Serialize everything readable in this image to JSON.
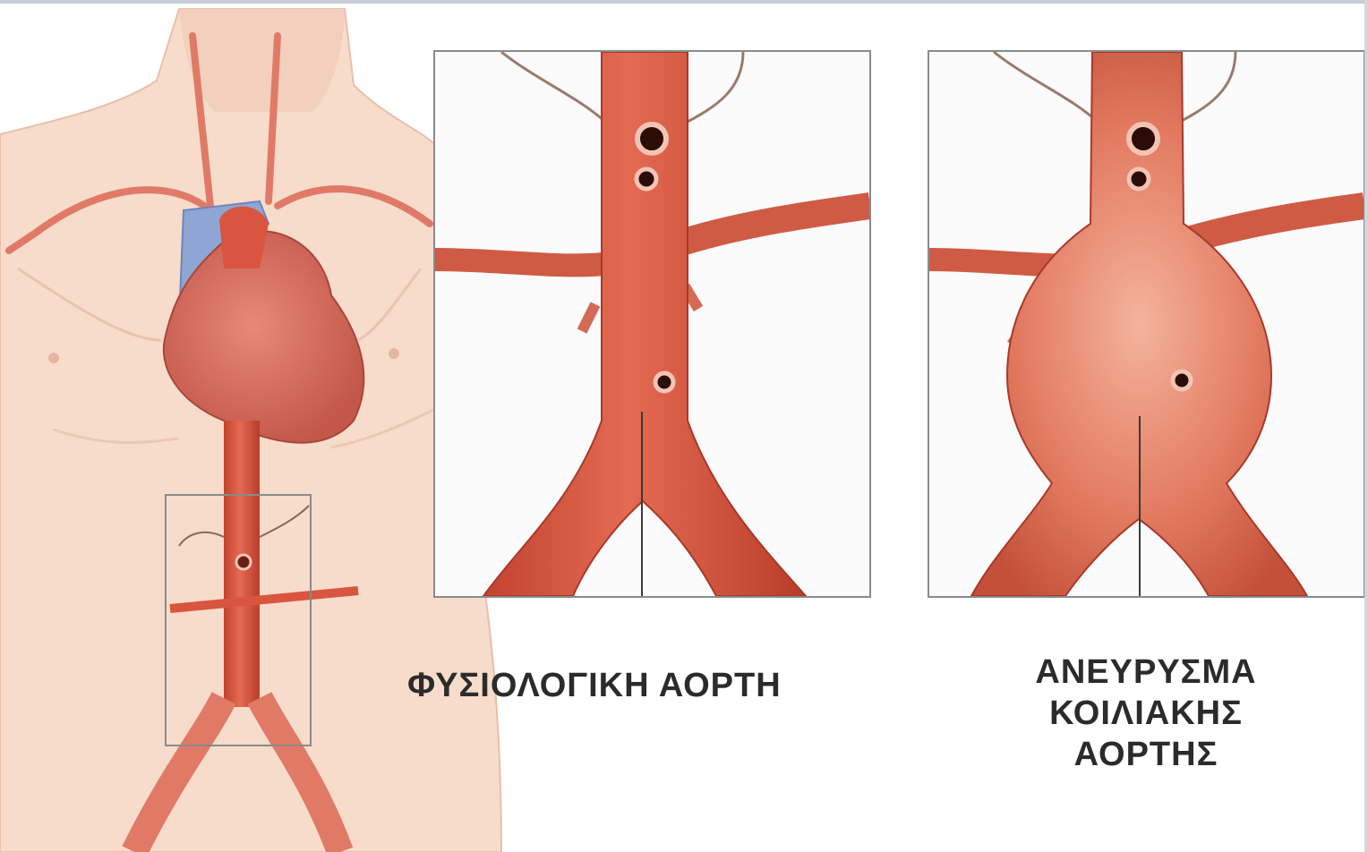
{
  "labels": {
    "normal_aorta": "ΦΥΣΙΟΛΟΓΙΚΗ ΑΟΡΤΗ",
    "aneurysm_line1": "ΑΝΕΥΡΥΣΜΑ",
    "aneurysm_line2": "ΚΟΙΛΙΑΚΗΣ",
    "aneurysm_line3": "ΑΟΡΤΗΣ"
  },
  "colors": {
    "skin": "#f6d6c4",
    "artery": "#d9553f",
    "artery_dark": "#b83c29",
    "vein": "#8fa6d4",
    "heart": "#d8685a",
    "frame": "#8a8a8a",
    "background": "#ffffff"
  },
  "icons": {
    "branch_opening": "circular-vessel-opening"
  }
}
